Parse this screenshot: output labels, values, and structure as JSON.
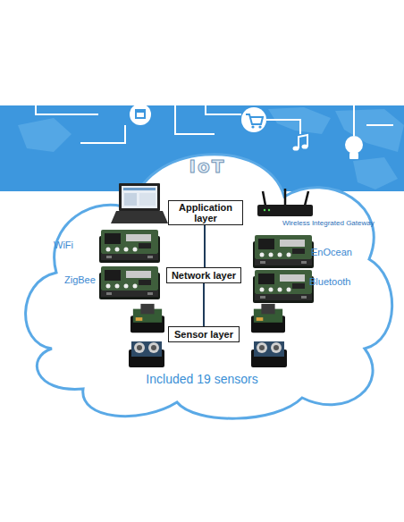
{
  "diagram": {
    "nodes": [
      {
        "text": [
          "IoT",
          "Included 19 sensors"
        ]
      },
      {
        "text": [
          "Application layer"
        ],
        "in": 0
      },
      {
        "text": [
          "Network layer"
        ],
        "in": 0
      },
      {
        "text": [
          "Sensor layer"
        ],
        "in": 0
      }
    ],
    "edges": [
      {
        "from": 1,
        "to": 2,
        "arrow": "none"
      },
      {
        "from": 2,
        "to": 3,
        "arrow": "none"
      }
    ],
    "labels": [
      "Wireless Integrated Gateway",
      "WiFi",
      "EnOcean",
      "ZigBee",
      "Bluetooth"
    ]
  }
}
